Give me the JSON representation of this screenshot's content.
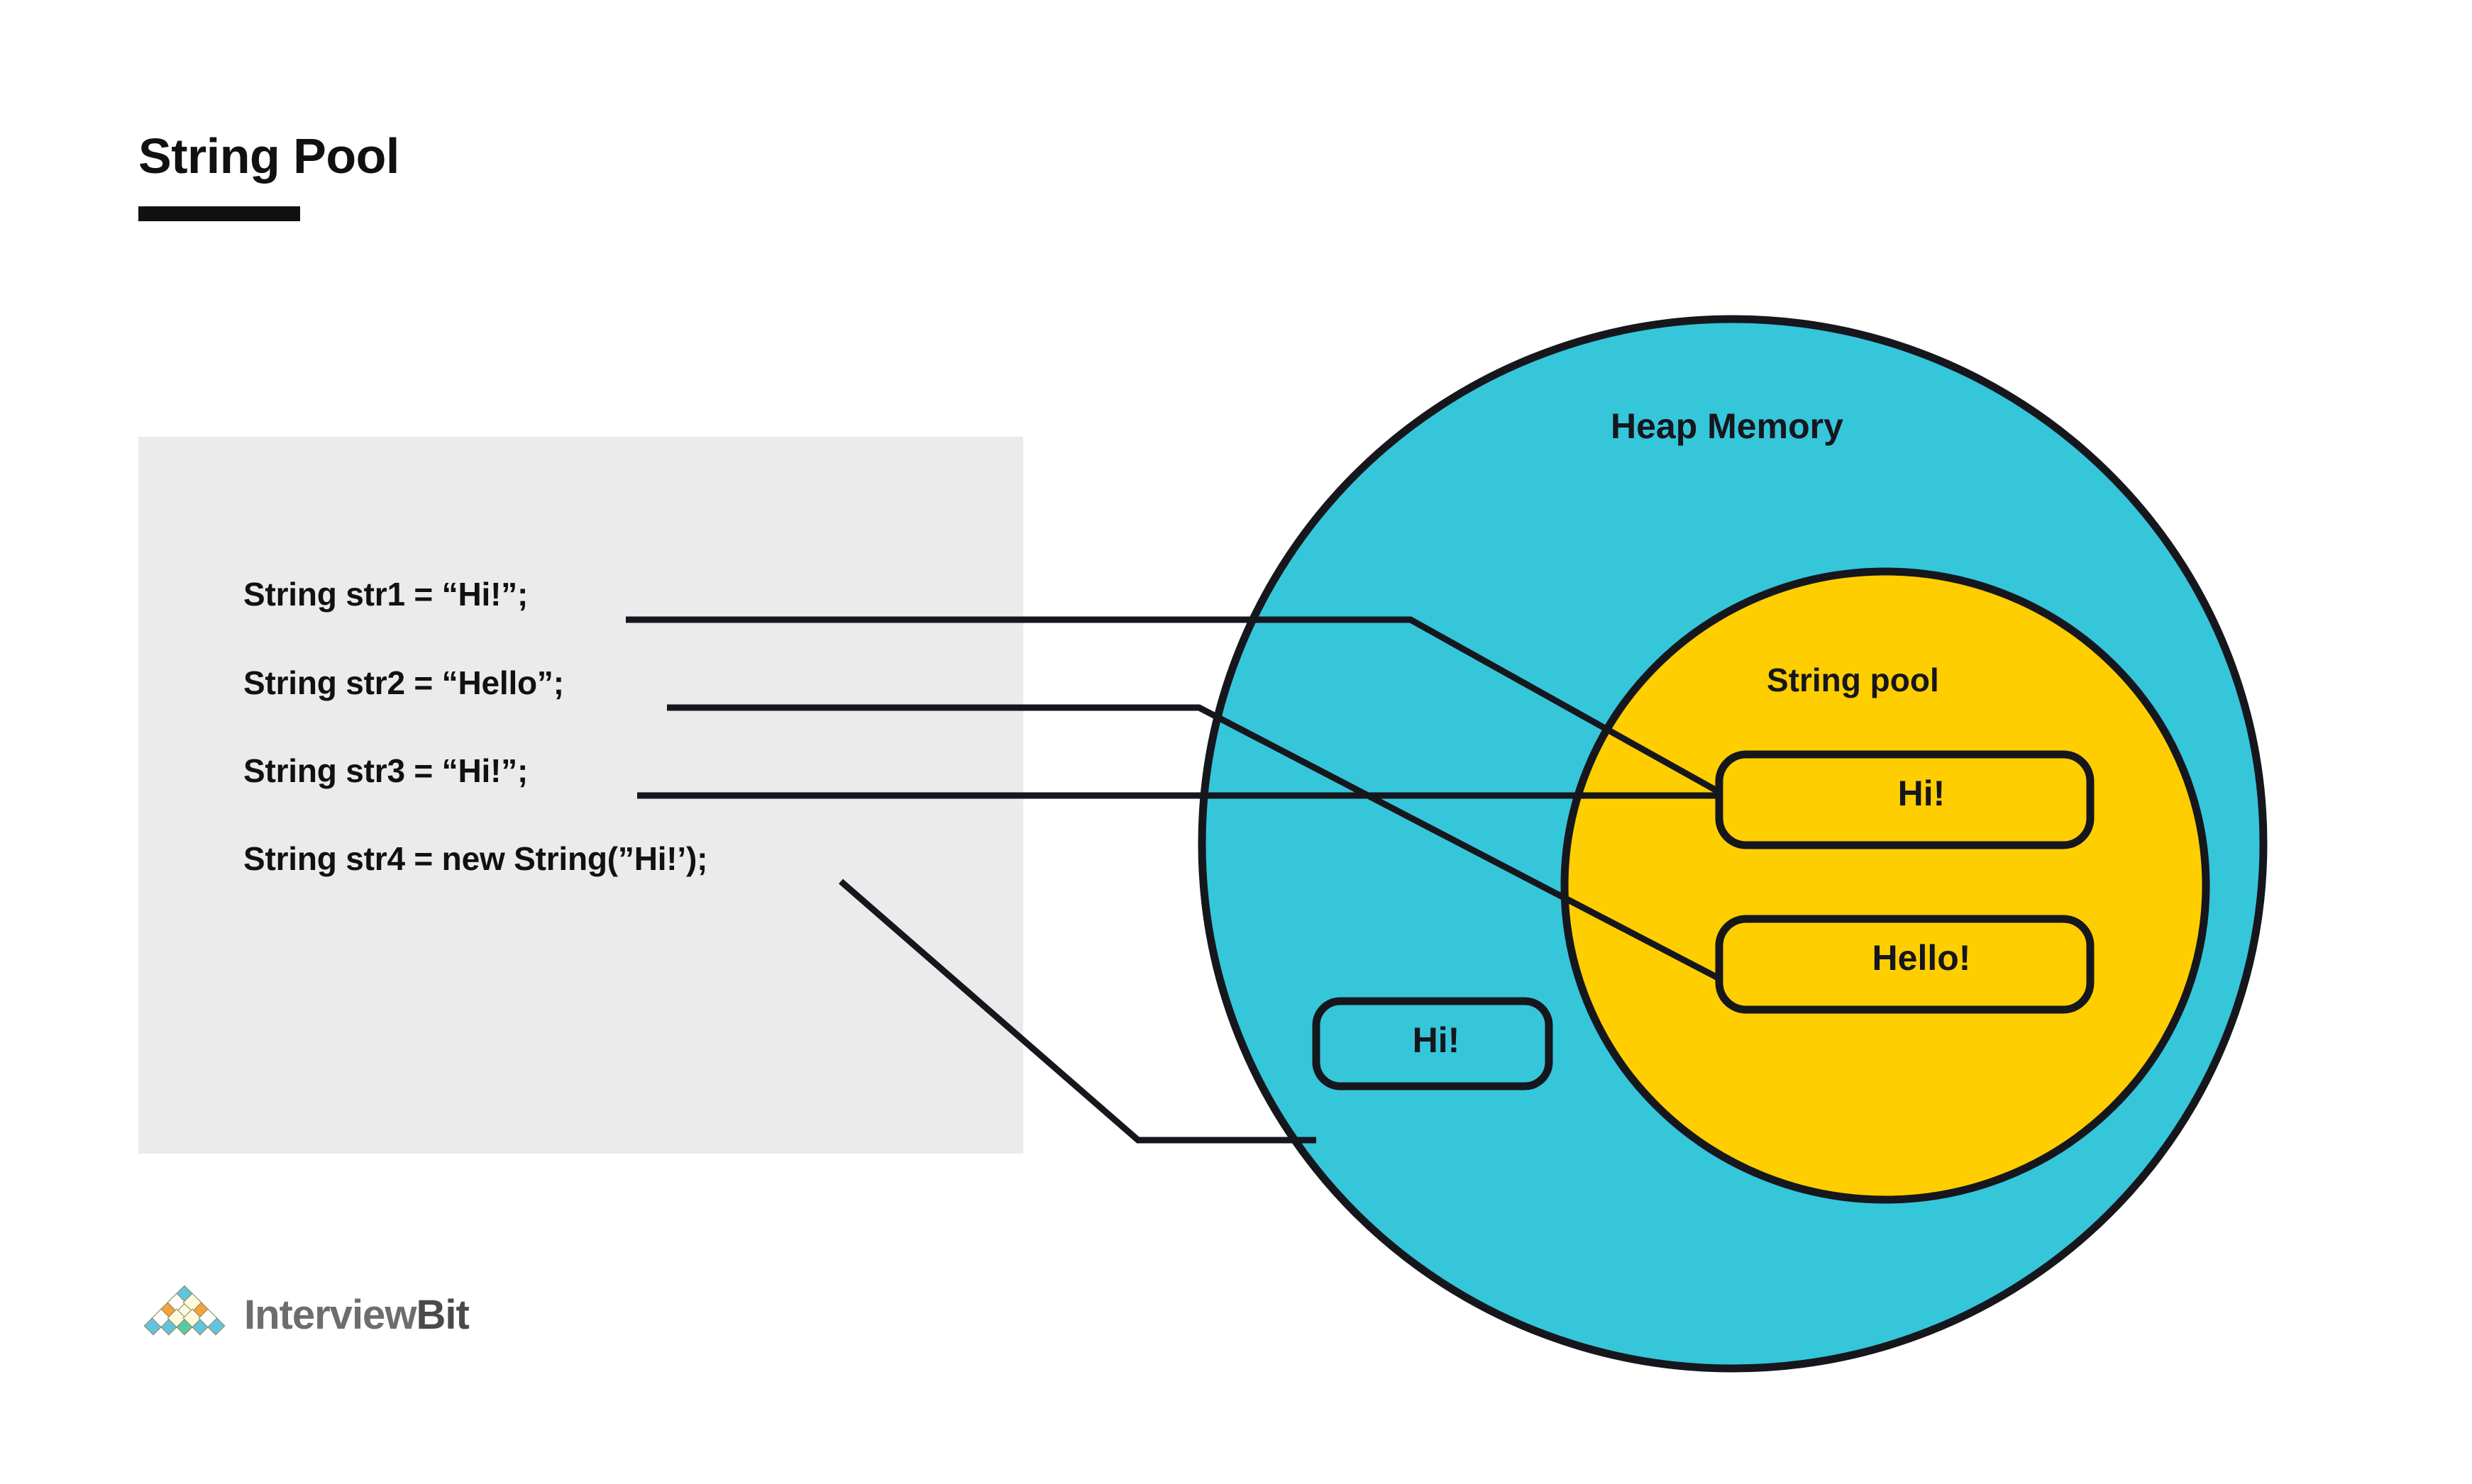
{
  "page": {
    "title": "String Pool",
    "background_color": "#ffffff"
  },
  "colors": {
    "heap_fill": "#35C6DA",
    "pool_fill": "#FFCE00",
    "stroke": "#16161d",
    "panel_bg": "#ebebeb",
    "title_color": "#111111",
    "logo_interview": "#6d6d6d",
    "logo_bit": "#4a4a4a"
  },
  "code_panel": {
    "lines": [
      {
        "id": "str1",
        "text": "String str1 = “Hi!”;"
      },
      {
        "id": "str2",
        "text": "String str2 = “Hello”;"
      },
      {
        "id": "str3",
        "text": "String str3 = “Hi!”;"
      },
      {
        "id": "str4",
        "text": "String str4 = new String(”Hi!’);"
      }
    ]
  },
  "diagram": {
    "heap": {
      "label": "Heap Memory",
      "boxes": [
        {
          "id": "heap-hi",
          "label": "Hi!",
          "fill": "transparent"
        }
      ]
    },
    "pool": {
      "label": "String pool",
      "boxes": [
        {
          "id": "pool-hi",
          "label": "Hi!"
        },
        {
          "id": "pool-hello",
          "label": "Hello!"
        }
      ]
    },
    "connectors": [
      {
        "from": "str1",
        "to": "pool-hi"
      },
      {
        "from": "str2",
        "to": "pool-hello"
      },
      {
        "from": "str3",
        "to": "pool-hi"
      },
      {
        "from": "str4",
        "to": "heap-hi"
      }
    ]
  },
  "footer": {
    "logo": {
      "name": "interviewbit-logo",
      "text_primary": "Interview",
      "text_secondary": "Bit"
    }
  }
}
